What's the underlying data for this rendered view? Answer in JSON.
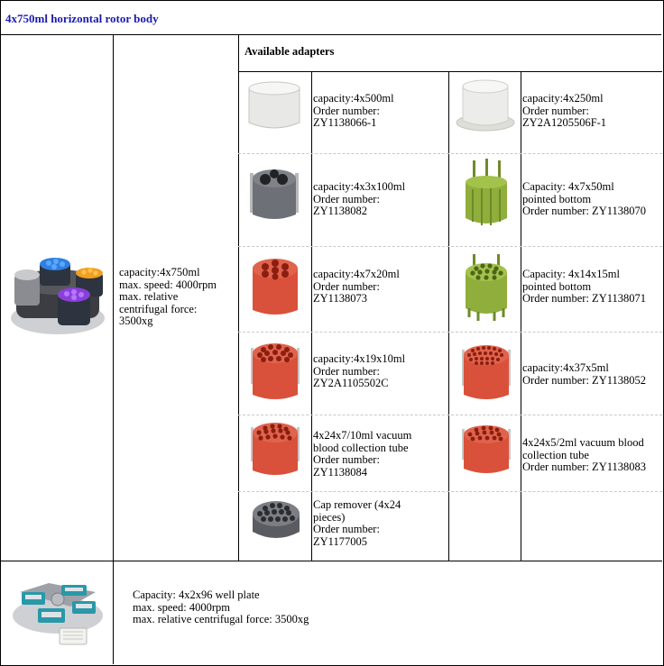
{
  "title": "4x750ml horizontal rotor body",
  "rotor1": {
    "image": "horizontal-rotor-4x750ml",
    "specs": [
      "capacity:4x750ml",
      "max. speed: 4000rpm",
      "max. relative",
      "centrifugal force:",
      "3500xg"
    ]
  },
  "adapters": {
    "heading": "Available adapters",
    "left": [
      {
        "image": "white-cup-adapter",
        "lines": [
          "capacity:4x500ml",
          "Order number:",
          "ZY1138066-1"
        ]
      },
      {
        "image": "gray-3-hole-adapter",
        "lines": [
          "capacity:4x3x100ml",
          "Order number:",
          "ZY1138082"
        ]
      },
      {
        "image": "red-7-hole-adapter",
        "lines": [
          "capacity:4x7x20ml",
          "Order number:",
          "ZY1138073"
        ]
      },
      {
        "image": "red-19-hole-adapter",
        "lines": [
          "capacity:4x19x10ml",
          "Order number:",
          "ZY2A1105502C"
        ]
      },
      {
        "image": "red-24-hole-adapter",
        "lines": [
          "4x24x7/10ml vacuum",
          "blood collection tube",
          "Order number:",
          "ZY1138084"
        ]
      },
      {
        "image": "cap-remover",
        "lines": [
          "Cap remover (4x24",
          "pieces)",
          "Order number:",
          "ZY1177005"
        ]
      }
    ],
    "right": [
      {
        "image": "white-flanged-adapter",
        "lines": [
          "capacity:4x250ml",
          "Order number:",
          "ZY2A1205506F-1"
        ]
      },
      {
        "image": "green-7-tube-rack",
        "lines": [
          "Capacity: 4x7x50ml",
          "pointed bottom",
          "Order number: ZY1138070"
        ]
      },
      {
        "image": "green-14-hole-adapter",
        "lines": [
          "Capacity: 4x14x15ml",
          "pointed bottom",
          "Order number: ZY1138071"
        ]
      },
      {
        "image": "red-37-hole-adapter",
        "lines": [
          "capacity:4x37x5ml",
          "Order number: ZY1138052"
        ]
      },
      {
        "image": "red-24-hole-small-adapter",
        "lines": [
          "4x24x5/2ml vacuum blood",
          "collection tube",
          "Order number: ZY1138083"
        ]
      }
    ]
  },
  "rotor2": {
    "image": "microplate-rotor",
    "specs": [
      "Capacity: 4x2x96 well plate",
      "max. speed: 4000rpm",
      "max. relative centrifugal force: 3500xg"
    ]
  },
  "colors": {
    "title": "#1a1ab0",
    "red": "#d9513a",
    "green": "#8fae3c",
    "gray": "#6e7078",
    "white": "#ececea"
  }
}
